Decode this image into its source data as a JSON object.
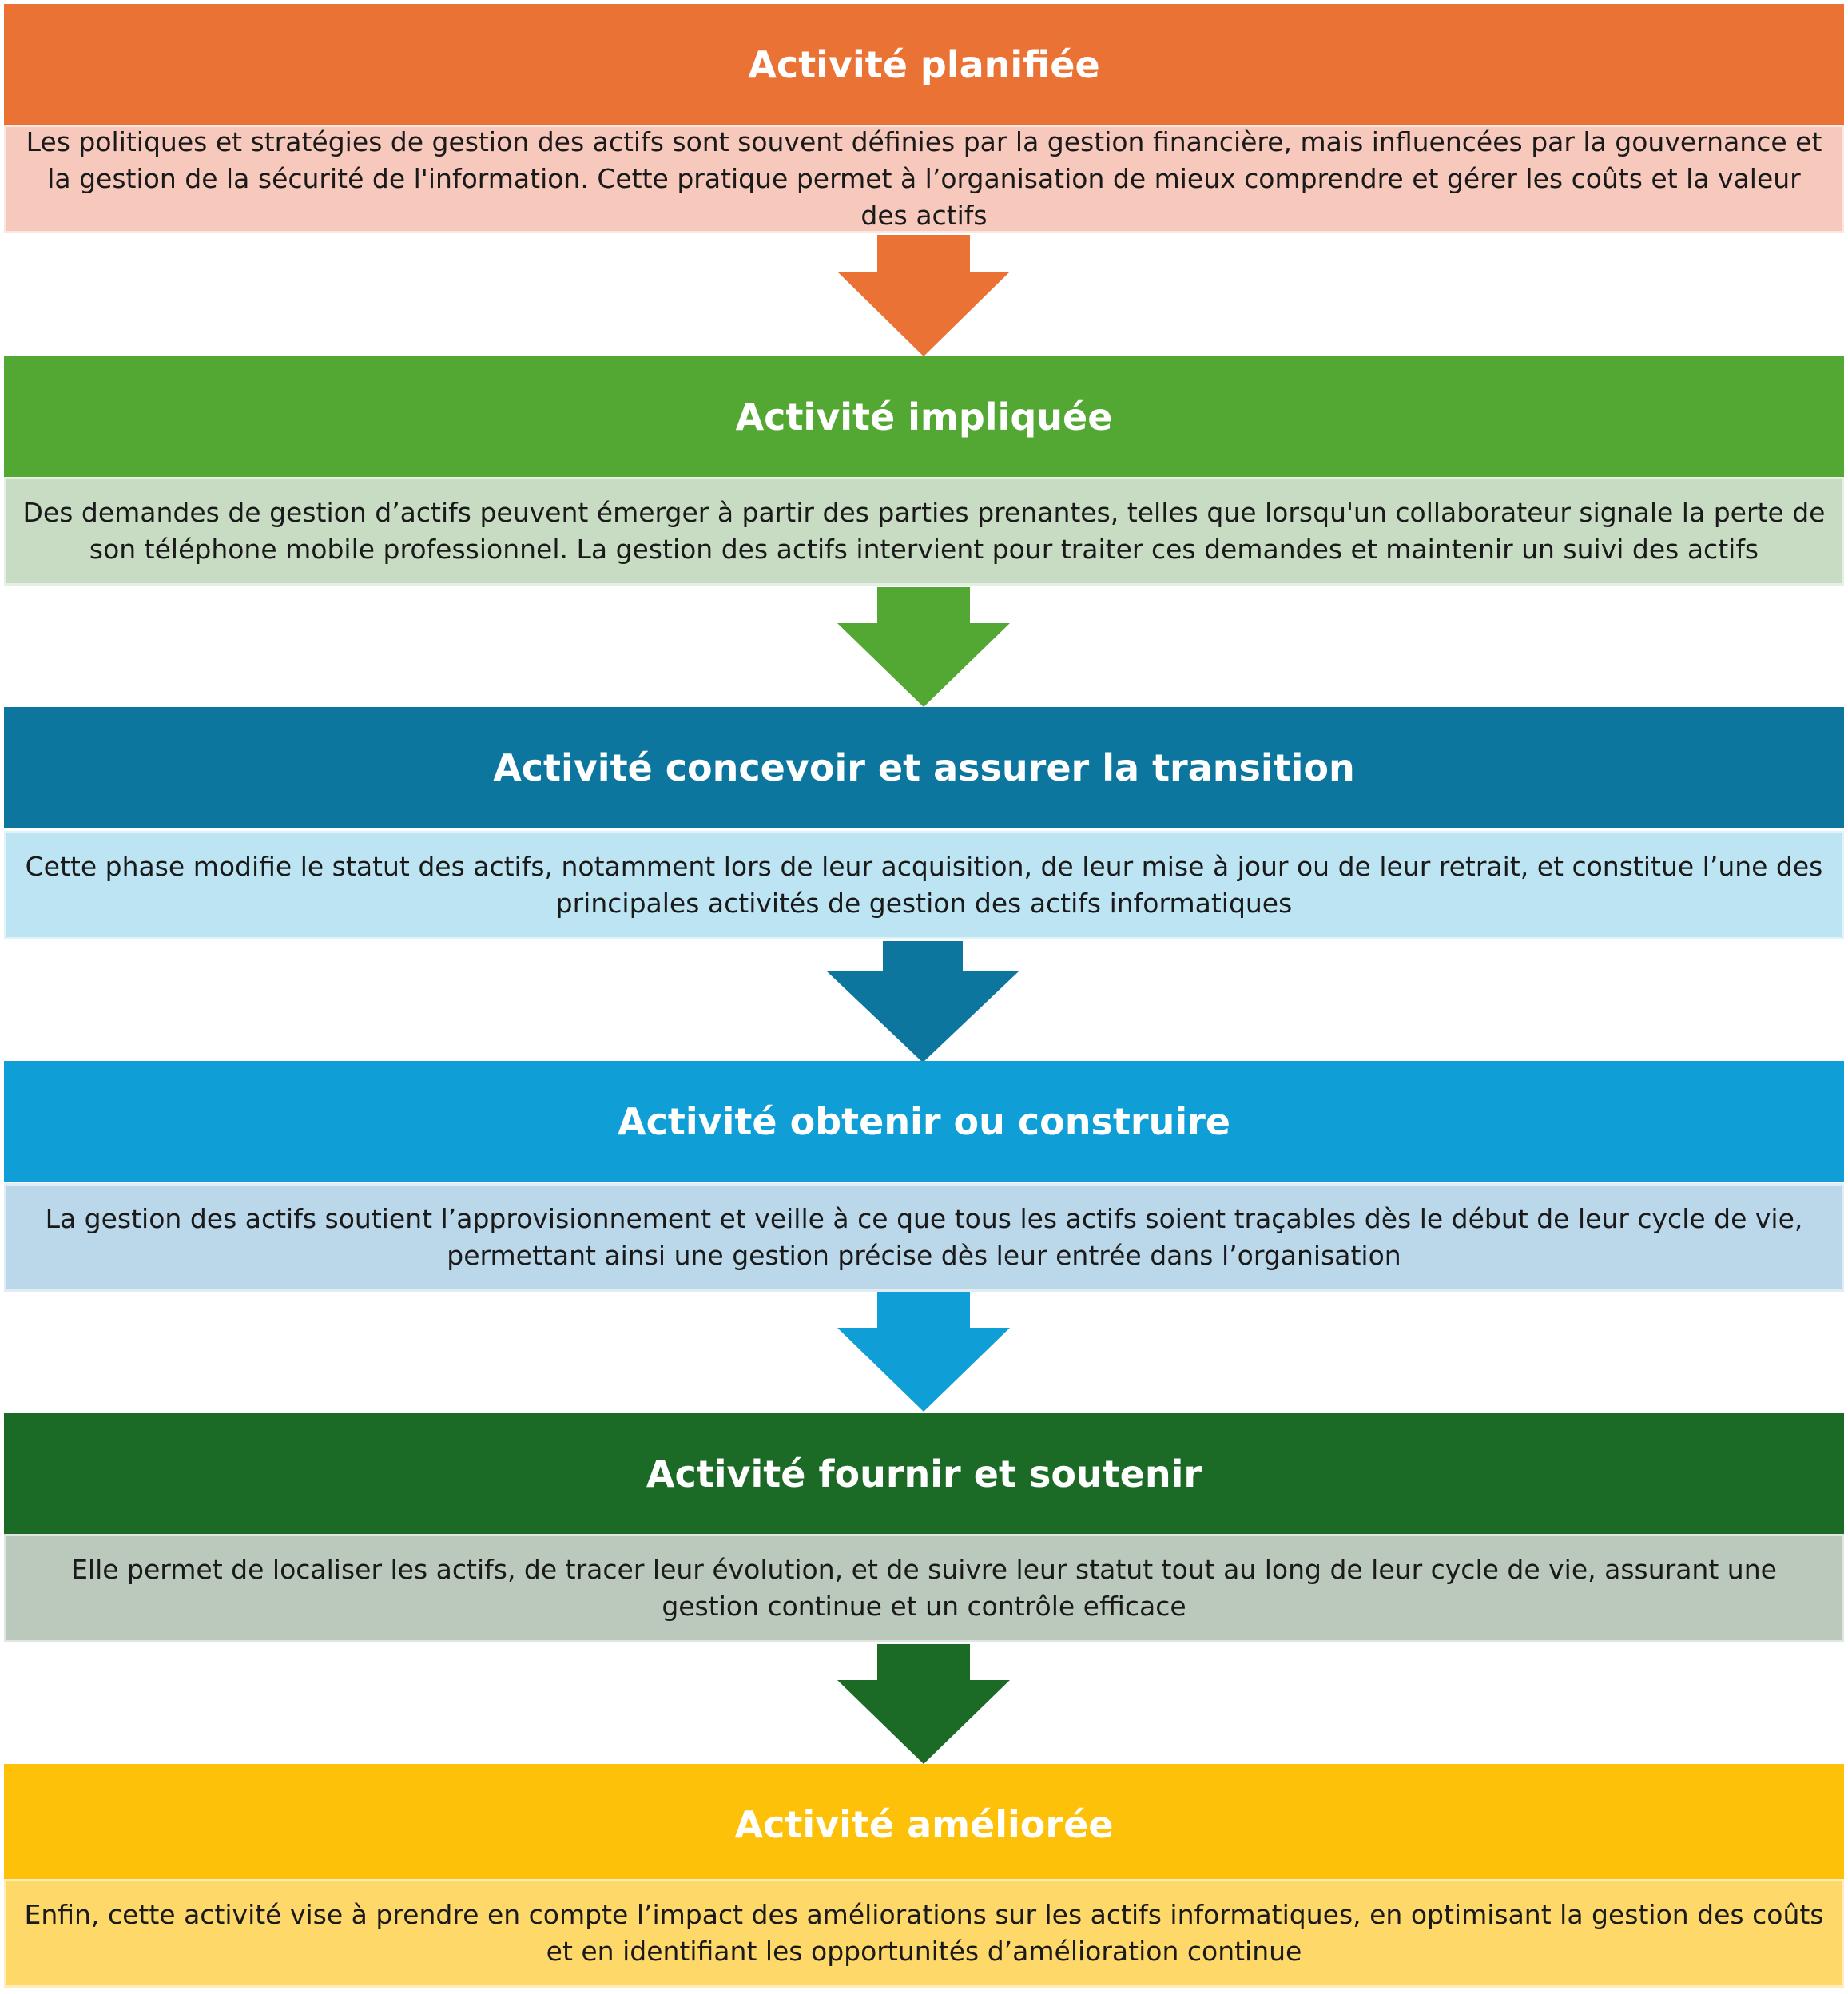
{
  "steps": [
    {
      "title": "Activité planifiée",
      "description": "Les politiques et stratégies de gestion des actifs sont souvent définies par la gestion financière, mais influencées par la gouvernance et la gestion de la sécurité de l'information. Cette pratique permet à l’organisation de mieux comprendre et gérer les coûts et la valeur des actifs",
      "header_color": "#EA7234",
      "desc_color": "#F7C9BD",
      "arrow_color": "#EA7234"
    },
    {
      "title": "Activité impliquée",
      "description": "Des demandes de gestion d’actifs peuvent émerger à partir des parties prenantes, telles que lorsqu'un collaborateur signale la perte de son téléphone mobile professionnel. La gestion des actifs intervient pour traiter ces demandes et maintenir un suivi des actifs",
      "header_color": "#52A832",
      "desc_color": "#C8DCC4",
      "arrow_color": "#52A832"
    },
    {
      "title": "Activité concevoir et assurer la transition",
      "description": "Cette phase modifie le statut des actifs, notamment lors de leur acquisition, de leur mise à jour ou de leur retrait, et constitue l’une des principales activités de gestion des actifs informatiques",
      "header_color": "#0C769E",
      "desc_color": "#BDE4F3",
      "arrow_color": "#0C769E"
    },
    {
      "title": "Activité obtenir ou construire",
      "description": "La gestion des actifs soutient l’approvisionnement et veille à ce que tous les actifs soient traçables dès le début de leur cycle de vie, permettant ainsi une gestion précise dès leur entrée dans l’organisation",
      "header_color": "#109ED6",
      "desc_color": "#BBD8EB",
      "arrow_color": "#109ED6"
    },
    {
      "title": "Activité fournir et soutenir",
      "description": "Elle permet de localiser les actifs, de tracer leur évolution, et de suivre leur statut tout au long de leur cycle de vie, assurant une gestion continue et un contrôle efficace",
      "header_color": "#1B6B26",
      "desc_color": "#BAC9BB",
      "arrow_color": "#1B6B26"
    },
    {
      "title": "Activité améliorée",
      "description": "Enfin, cette activité vise à prendre en compte l’impact des améliorations sur les actifs informatiques, en optimisant la gestion des coûts et en identifiant les opportunités d’amélioration continue",
      "header_color": "#FDC10A",
      "desc_color": "#FED869",
      "arrow_color": ""
    }
  ]
}
